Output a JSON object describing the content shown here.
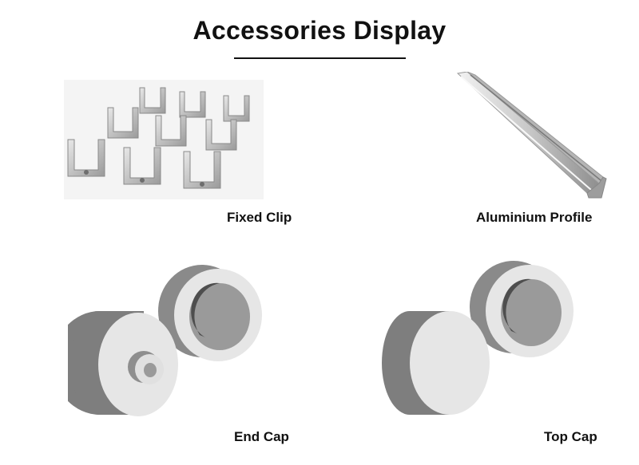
{
  "page": {
    "title": "Accessories Display"
  },
  "items": [
    {
      "label": "Fixed Clip",
      "icon": "fixed-clip-illustration"
    },
    {
      "label": "Aluminium Profile",
      "icon": "aluminium-profile-illustration"
    },
    {
      "label": "End Cap",
      "icon": "end-cap-illustration"
    },
    {
      "label": "Top Cap",
      "icon": "top-cap-illustration"
    }
  ],
  "colors": {
    "metal_light": "#d9d9d9",
    "metal_dark": "#8c8c8c",
    "cap_side": "#7e7e7e",
    "cap_face": "#e6e6e6"
  }
}
